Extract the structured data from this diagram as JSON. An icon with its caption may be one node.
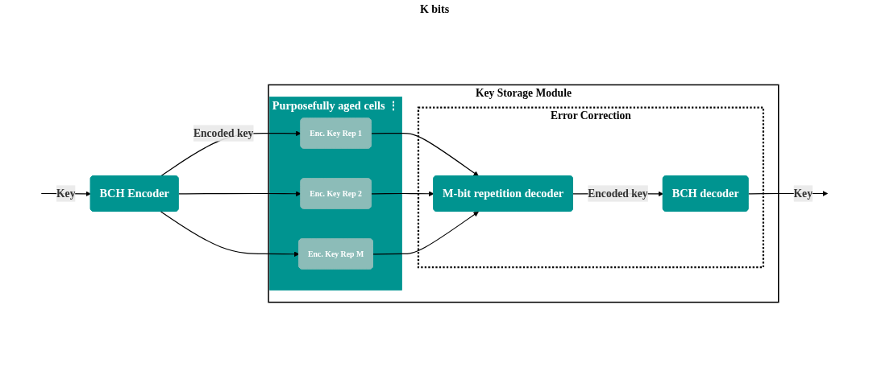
{
  "diagram": {
    "nodes": [
      {
        "text": [
          "Key Storage Module"
        ]
      },
      {
        "text": [
          "Purposefully aged cells",
          "⋮"
        ],
        "in": 0
      },
      {
        "text": [
          "Enc. Key Rep 1"
        ],
        "in": 1
      },
      {
        "text": [
          "Enc. Key Rep 2"
        ],
        "in": 1
      },
      {
        "text": [
          "Enc. Key Rep M"
        ],
        "in": 1
      },
      {
        "text": [
          "Error Correction"
        ],
        "in": 0
      },
      {
        "text": [
          "M-bit repetition decoder"
        ],
        "in": 5
      },
      {
        "text": [
          "BCH decoder"
        ],
        "in": 5
      },
      {
        "text": [
          "BCH Encoder"
        ]
      }
    ],
    "edges": [
      {
        "from": null,
        "to": 8,
        "arrow": "to",
        "label": "Key"
      },
      {
        "from": 8,
        "to": 2,
        "arrow": "to",
        "label": "Encoded key"
      },
      {
        "from": 8,
        "to": 3,
        "arrow": "to"
      },
      {
        "from": 8,
        "to": 4,
        "arrow": "to"
      },
      {
        "from": 2,
        "to": 6,
        "arrow": "to"
      },
      {
        "from": 3,
        "to": 6,
        "arrow": "to"
      },
      {
        "from": 4,
        "to": 6,
        "arrow": "to"
      },
      {
        "from": 6,
        "to": 7,
        "arrow": "to",
        "label": "Encoded key"
      },
      {
        "from": 7,
        "to": null,
        "arrow": "to",
        "label": "Key"
      }
    ],
    "labels": [
      "K bits"
    ]
  }
}
